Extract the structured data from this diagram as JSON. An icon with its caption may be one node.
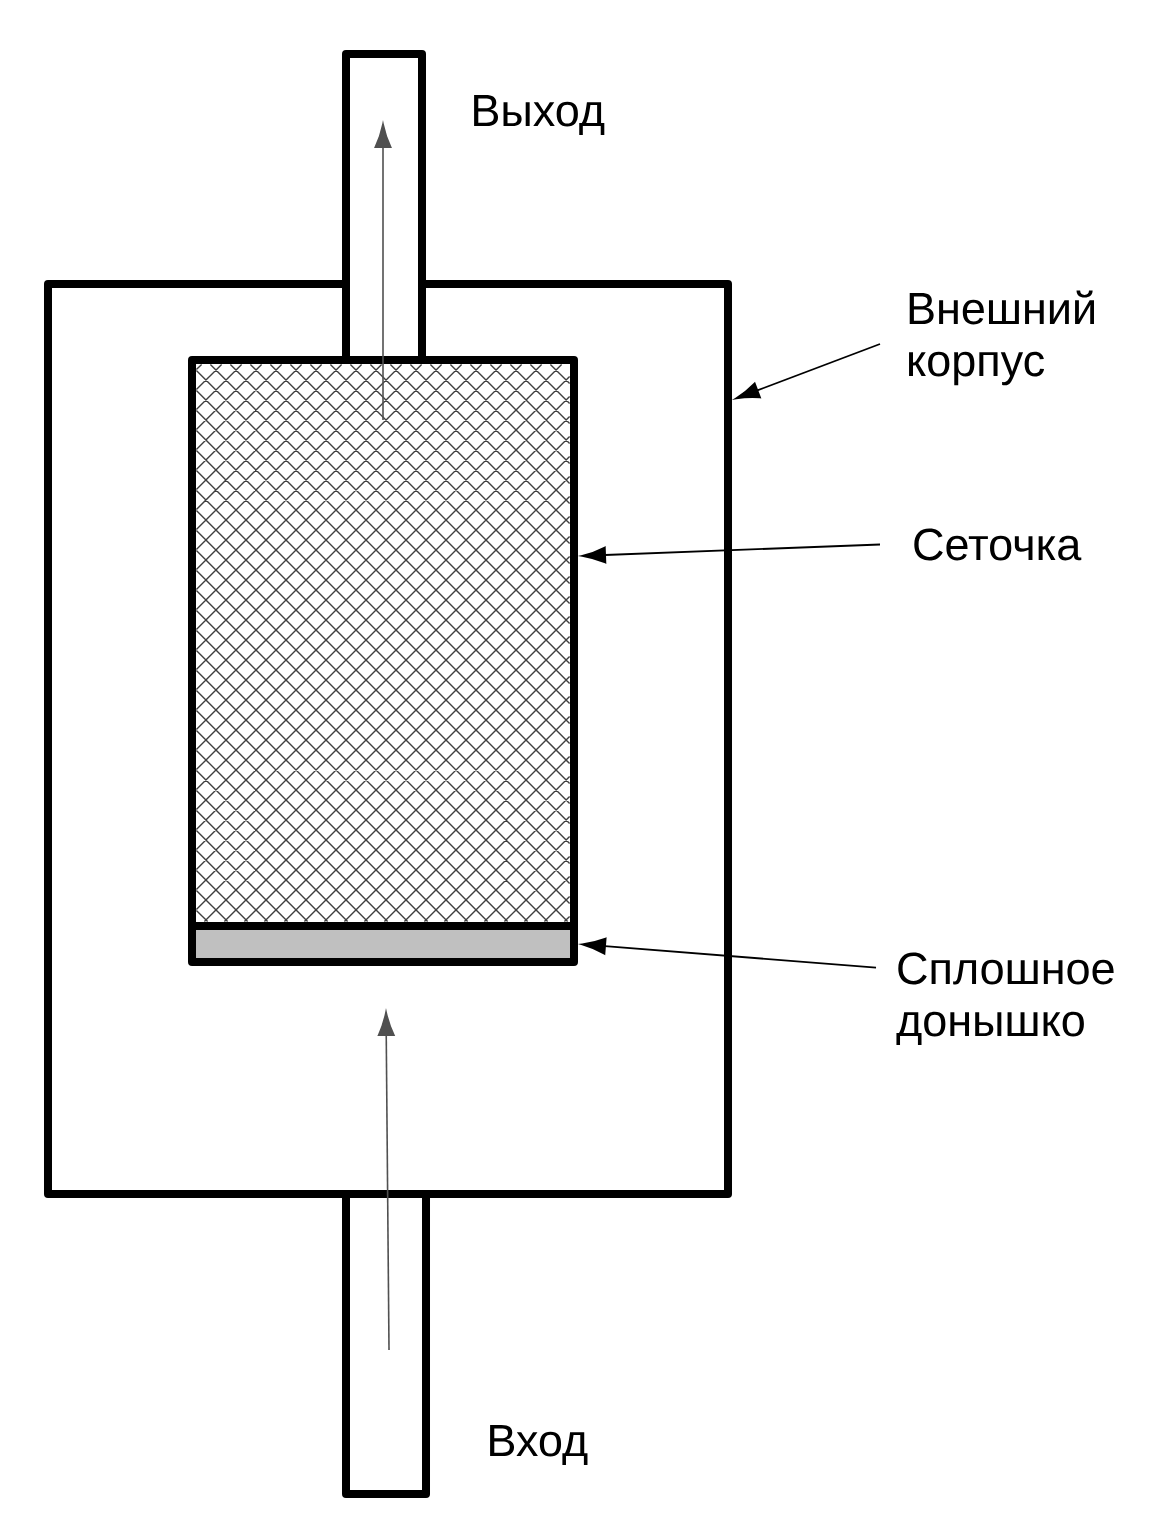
{
  "diagram": {
    "nodes": [
      {
        "text": [],
        "shape": "box"
      },
      {
        "text": [],
        "shape": "box"
      },
      {
        "text": [],
        "shape": "box",
        "in": 1
      },
      {
        "text": [],
        "shape": "bar",
        "in": 1
      },
      {
        "text": [],
        "shape": "box"
      },
      {
        "text": [
          "Внешний корпус"
        ]
      },
      {
        "text": [
          "Сеточка"
        ]
      },
      {
        "text": [
          "Сплошное донышко"
        ]
      }
    ],
    "edges": [
      {
        "from": 5,
        "to": 1,
        "arrow": "to"
      },
      {
        "from": 6,
        "to": 2,
        "arrow": "to"
      },
      {
        "from": 7,
        "to": 3,
        "arrow": "to"
      },
      {
        "from": 2,
        "to": 0,
        "arrow": "to",
        "color": "#505050"
      },
      {
        "from": 4,
        "to": null,
        "arrow": "to",
        "color": "#505050"
      }
    ],
    "labels": [
      "Выход",
      "Вход"
    ]
  }
}
